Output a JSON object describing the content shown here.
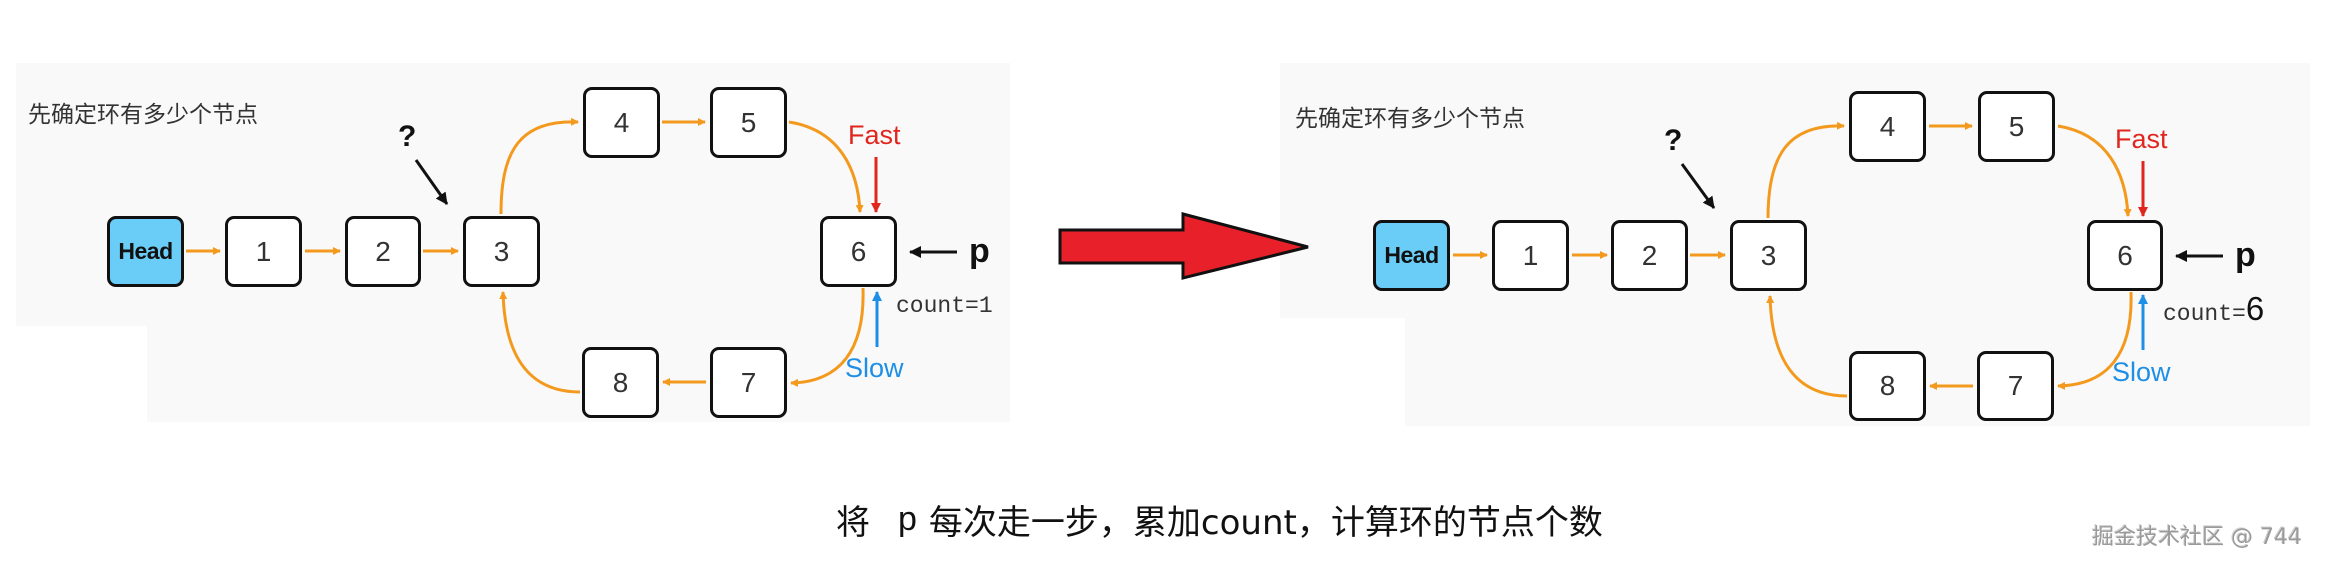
{
  "colors": {
    "head_fill": "#69cdf7",
    "edge": "#f39a1e",
    "fast": "#e0261f",
    "slow": "#1e8fe6",
    "big_arrow": "#e8202a",
    "panel_bg": "#f9f9f9"
  },
  "left_panel": {
    "title": "先确定环有多少个节点",
    "question_mark": "?",
    "nodes": [
      "Head",
      "1",
      "2",
      "3",
      "4",
      "5",
      "6",
      "7",
      "8"
    ],
    "fast_label": "Fast",
    "slow_label": "Slow",
    "pointer_label": "p",
    "count_label": "count=1"
  },
  "transition_arrow": "right-arrow-icon",
  "right_panel": {
    "title": "先确定环有多少个节点",
    "question_mark": "?",
    "nodes": [
      "Head",
      "1",
      "2",
      "3",
      "4",
      "5",
      "6",
      "7",
      "8"
    ],
    "fast_label": "Fast",
    "slow_label": "Slow",
    "pointer_label": "p",
    "count_prefix": "count=",
    "count_value": "6"
  },
  "caption": {
    "part1": "将",
    "pointer": "p",
    "part2": "每次走一步，累加count，计算环的节点个数"
  },
  "watermark": "掘金技术社区 @ 744"
}
